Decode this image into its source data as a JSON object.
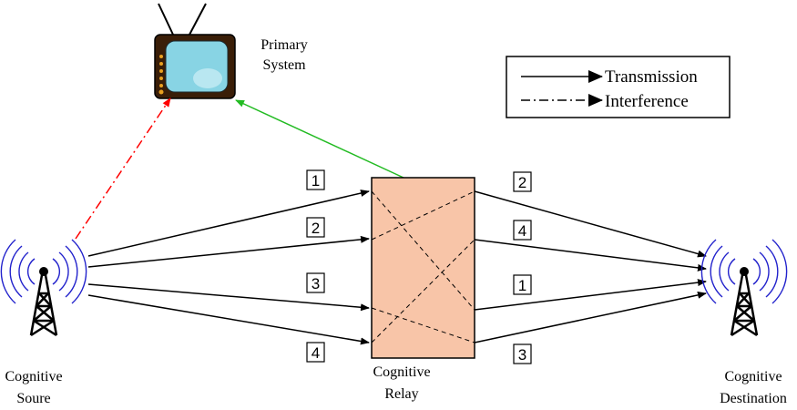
{
  "title": "",
  "legend": {
    "transmission": "Transmission",
    "interference": "Interference"
  },
  "nodes": {
    "primary": [
      "Primary",
      "System"
    ],
    "source": [
      "Cognitive",
      "Soure"
    ],
    "relay": [
      "Cognitive",
      "Relay"
    ],
    "destination": [
      "Cognitive",
      "Destination"
    ]
  },
  "incoming_labels": [
    "1",
    "2",
    "3",
    "4"
  ],
  "outgoing_labels": [
    "2",
    "4",
    "1",
    "3"
  ],
  "colors": {
    "relay_fill": "#f8c5a8",
    "interference_to_primary": "#ff0000",
    "relay_to_primary": "#22bb22",
    "antenna_waves": "#2222cc",
    "tv_body": "#3a1e08",
    "tv_screen": "#88d4e4",
    "tv_knobs": "#e8a020"
  },
  "icons": {
    "primary": "tv-icon",
    "source": "antenna-tower-icon",
    "destination": "antenna-tower-icon"
  }
}
